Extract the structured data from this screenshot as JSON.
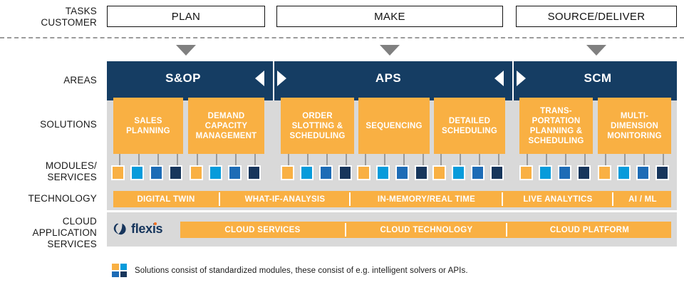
{
  "rows": {
    "tasks_customer": "TASKS\nCUSTOMER",
    "areas": "AREAS",
    "solutions": "SOLUTIONS",
    "modules_services": "MODULES/\nSERVICES",
    "technology": "TECHNOLOGY",
    "cloud_application_services": "CLOUD\nAPPLICATION\nSERVICES"
  },
  "customer_tasks": [
    {
      "label": "PLAN"
    },
    {
      "label": "MAKE"
    },
    {
      "label": "SOURCE/DELIVER"
    }
  ],
  "areas": [
    {
      "label": "S&OP"
    },
    {
      "label": "APS"
    },
    {
      "label": "SCM"
    }
  ],
  "solutions": [
    {
      "label": "SALES\nPLANNING"
    },
    {
      "label": "DEMAND\nCAPACITY\nMANAGEMENT"
    },
    {
      "label": "ORDER\nSLOTTING &\nSCHEDULING"
    },
    {
      "label": "SEQUENCING"
    },
    {
      "label": "DETAILED\nSCHEDULING"
    },
    {
      "label": "TRANS-\nPORTATION\nPLANNING &\nSCHEDULING"
    },
    {
      "label": "MULTI-\nDIMENSION\nMONITORING"
    }
  ],
  "module_colors": [
    "#f9b043",
    "#079bdb",
    "#1d6cb6",
    "#17365c"
  ],
  "technology": [
    {
      "label": "DIGITAL TWIN"
    },
    {
      "label": "WHAT-IF-ANALYSIS"
    },
    {
      "label": "IN-MEMORY/REAL TIME"
    },
    {
      "label": "LIVE ANALYTICS"
    },
    {
      "label": "AI / ML"
    }
  ],
  "cloud_services": [
    {
      "label": "CLOUD SERVICES"
    },
    {
      "label": "CLOUD TECHNOLOGY"
    },
    {
      "label": "CLOUD PLATFORM"
    }
  ],
  "brand": {
    "name": "flexis",
    "navy": "#16355c",
    "orange": "#f37021"
  },
  "legend": {
    "text": "Solutions consist of standardized modules, these consist of e.g. intelligent solvers or APIs.",
    "swatches": [
      "#f9b043",
      "#079bdb",
      "#1d6cb6",
      "#17365c"
    ]
  },
  "colors": {
    "navy_band": "#153d63",
    "orange": "#f9b043",
    "grey_plate": "#d9d9d9",
    "arrow_grey": "#808080"
  }
}
